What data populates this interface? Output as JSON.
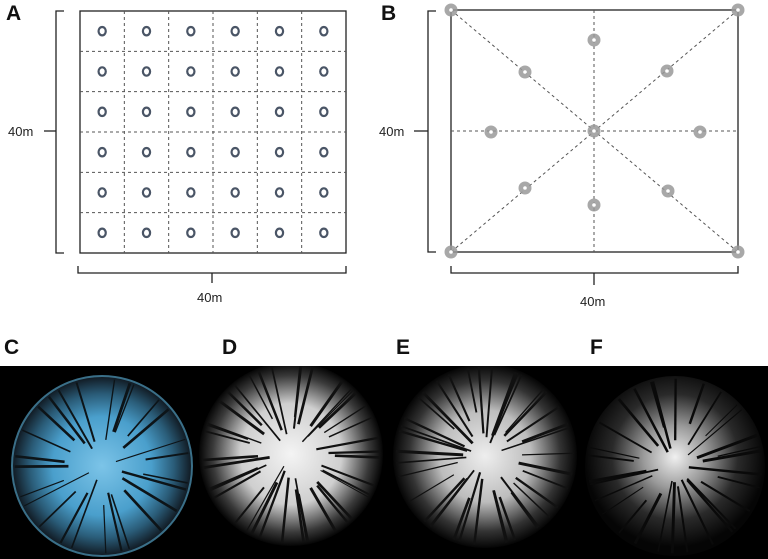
{
  "panels": {
    "A": {
      "letter": "A",
      "width_label": "40m",
      "height_label": "40m",
      "grid_cols": 6,
      "grid_rows": 6
    },
    "B": {
      "letter": "B",
      "width_label": "40m",
      "height_label": "40m"
    },
    "C": {
      "letter": "C"
    },
    "D": {
      "letter": "D"
    },
    "E": {
      "letter": "E"
    },
    "F": {
      "letter": "F"
    }
  },
  "colors": {
    "plot_border": "#222222",
    "grid_dash": "#555555",
    "marker_A": "#4a5566",
    "marker_B": "#999999",
    "photo_background": "#000000",
    "sky_C": "#5aaed8"
  },
  "icons": {
    "marker_A": "ring-marker-icon",
    "marker_B": "gray-dot-marker-icon"
  }
}
